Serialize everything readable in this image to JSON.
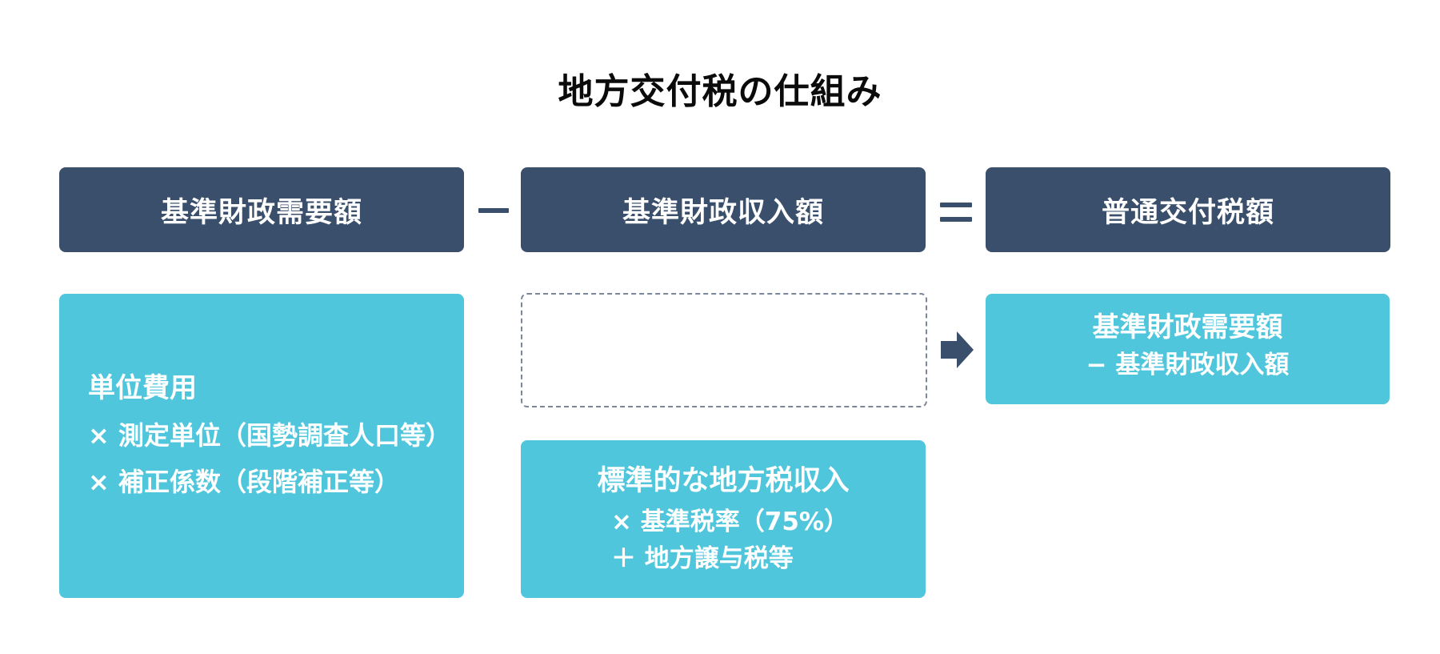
{
  "title": "地方交付税の仕組み",
  "headers": {
    "left": "基準財政需要額",
    "middle": "基準財政収入額",
    "right": "普通交付税額"
  },
  "operators": {
    "minus": "−",
    "equals": "="
  },
  "left_box": {
    "line1": "単位費用",
    "line2": "× 測定単位（国勢調査人口等）",
    "line3": "× 補正係数（段階補正等）"
  },
  "middle_box": {
    "line1": "標準的な地方税収入",
    "line2": "× 基準税率（75%）",
    "line3": "＋ 地方譲与税等"
  },
  "right_box": {
    "line1": "基準財政需要額",
    "line2": "− 基準財政収入額"
  },
  "icons": {
    "arrow": "right-arrow-icon"
  },
  "colors": {
    "header_bg": "#3a4f6b",
    "box_bg": "#4fc6dc",
    "text_dark": "#0b0b0b",
    "text_light": "#ffffff",
    "dashed_border": "#7b8699"
  }
}
